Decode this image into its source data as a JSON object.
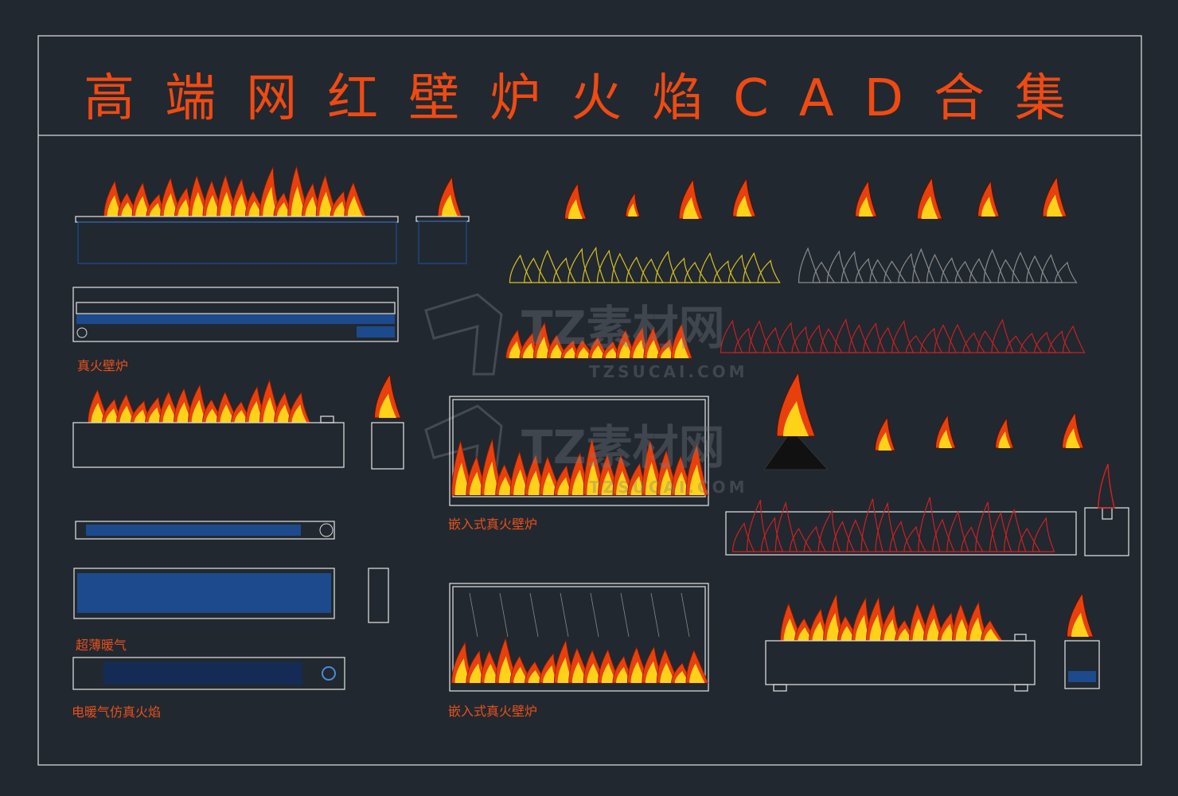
{
  "title": "高端网红壁炉火焰CAD合集",
  "labels": {
    "real_fire_fireplace": "真火壁炉",
    "ultra_thin_heater": "超薄暖气",
    "electric_heater_fake_flame": "电暖气仿真火焰",
    "built_in_fireplace_1": "嵌入式真火壁炉",
    "built_in_fireplace_2": "嵌入式真火壁炉"
  },
  "watermark": {
    "brand": "TZ素材网",
    "domain": "TZSUCAI.COM"
  },
  "colors": {
    "background": "#212830",
    "frame": "#d8d8d8",
    "title": "#f04a12",
    "flame_outer": "#e8400c",
    "flame_inner": "#ffd21a",
    "equipment_blue": "#1c4a8c"
  }
}
